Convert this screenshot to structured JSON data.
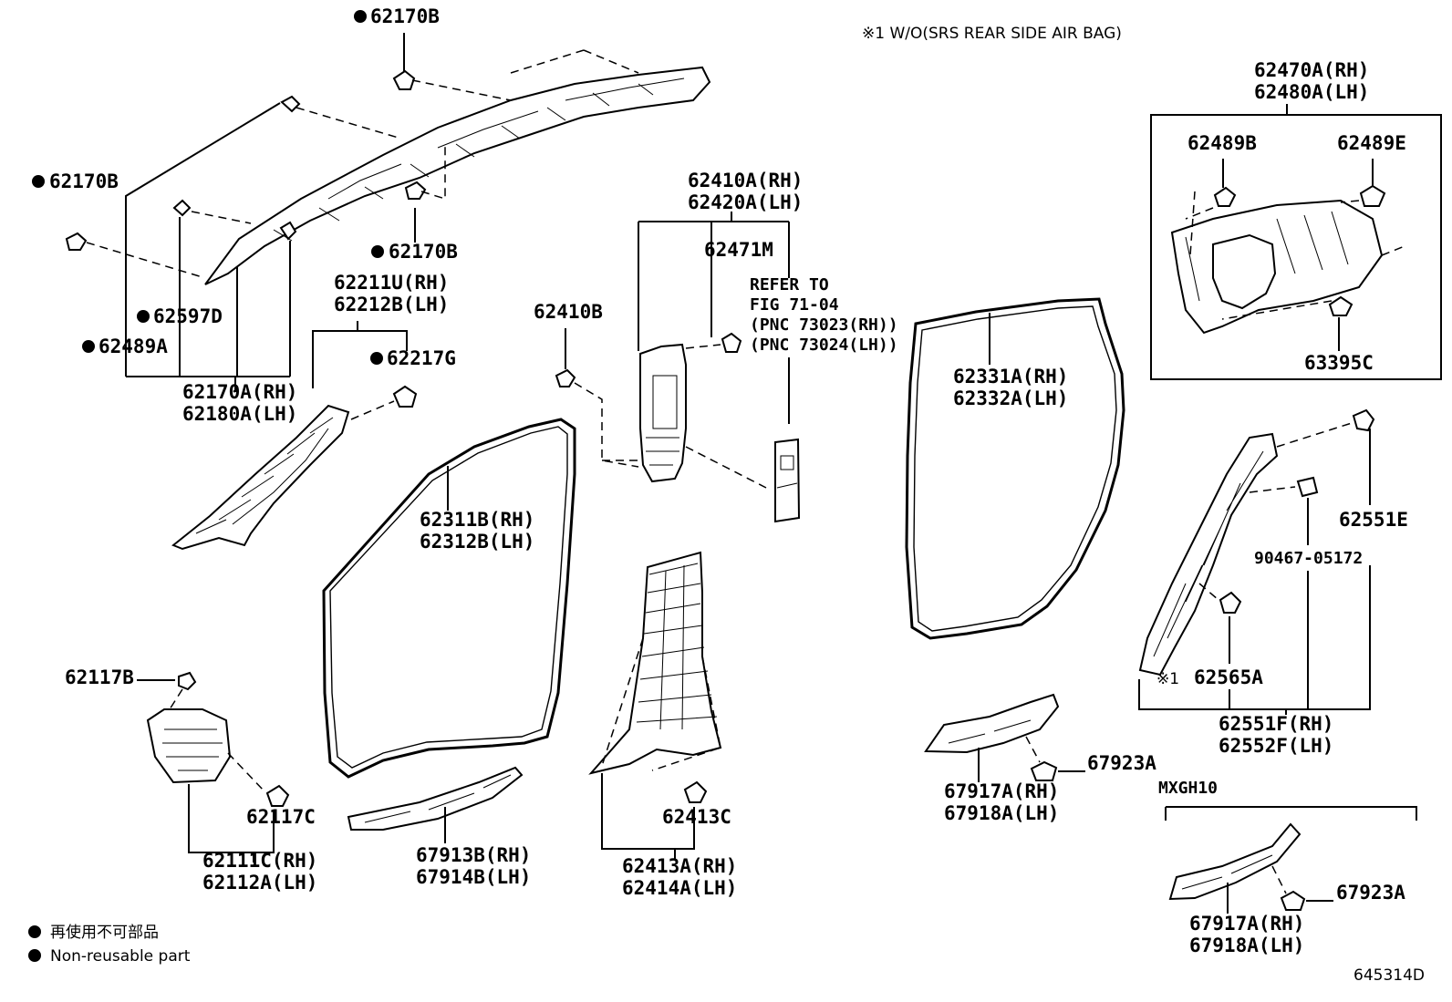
{
  "header": {
    "note": "※1 W/O(SRS REAR SIDE AIR BAG)"
  },
  "labels": {
    "p62170B_top": "62170B",
    "p62170B_left": "62170B",
    "p62170B_mid": "62170B",
    "p62597D": "62597D",
    "p62489A": "62489A",
    "p62170A_rh": "62170A(RH)",
    "p62180A_lh": "62180A(LH)",
    "p62211U_rh": "62211U(RH)",
    "p62212B_lh": "62212B(LH)",
    "p62217G": "62217G",
    "p62410B": "62410B",
    "p62410A_rh": "62410A(RH)",
    "p62420A_lh": "62420A(LH)",
    "p62471M": "62471M",
    "refer1": "REFER TO",
    "refer2": "FIG 71-04",
    "refer3": "(PNC 73023(RH))",
    "refer4": "(PNC 73024(LH))",
    "p62311B_rh": "62311B(RH)",
    "p62312B_lh": "62312B(LH)",
    "p62331A_rh": "62331A(RH)",
    "p62332A_lh": "62332A(LH)",
    "p62470A_rh": "62470A(RH)",
    "p62480A_lh": "62480A(LH)",
    "p62489B": "62489B",
    "p62489E": "62489E",
    "p63395C": "63395C",
    "p62551E": "62551E",
    "p90467": "90467-05172",
    "p62565A_mark": "※1",
    "p62565A": "62565A",
    "p62551F_rh": "62551F(RH)",
    "p62552F_lh": "62552F(LH)",
    "p62117B": "62117B",
    "p62117C": "62117C",
    "p62111C_rh": "62111C(RH)",
    "p62112A_lh": "62112A(LH)",
    "p67913B_rh": "67913B(RH)",
    "p67914B_lh": "67914B(LH)",
    "p62413C": "62413C",
    "p62413A_rh": "62413A(RH)",
    "p62414A_lh": "62414A(LH)",
    "p67923A_1": "67923A",
    "p67917A_rh_1": "67917A(RH)",
    "p67918A_lh_1": "67918A(LH)",
    "mxgh10": "MXGH10",
    "p67923A_2": "67923A",
    "p67917A_rh_2": "67917A(RH)",
    "p67918A_lh_2": "67918A(LH)"
  },
  "legend": {
    "jp": "再使用不可部品",
    "en": "Non-reusable part"
  },
  "footer": {
    "code": "645314D"
  }
}
